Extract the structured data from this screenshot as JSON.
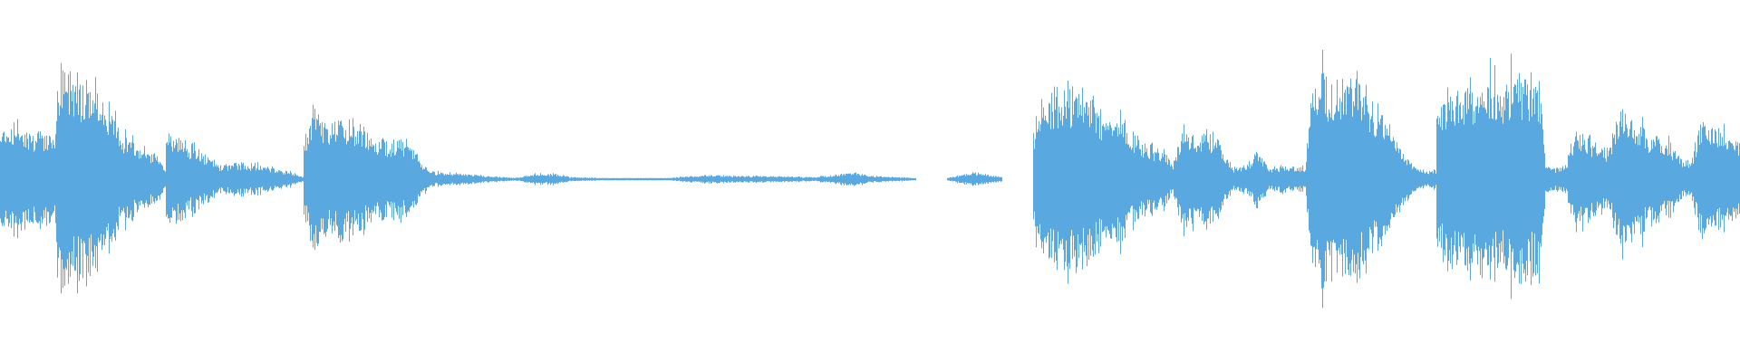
{
  "waveform": {
    "color": "#5aa8e0",
    "background": "#ffffff",
    "clip_count": 10,
    "clips": [
      {
        "duration_s": 3.6
      },
      {
        "duration_s": 4.5
      },
      {
        "duration_s": 8.2
      },
      {
        "duration_s": 1.3
      },
      {
        "duration_s": 2.2
      },
      {
        "duration_s": 4.9
      },
      {
        "duration_s": 4.0
      },
      {
        "duration_s": 3.9
      },
      {
        "duration_s": 1.8
      },
      {
        "duration_s": 3.9
      }
    ]
  }
}
